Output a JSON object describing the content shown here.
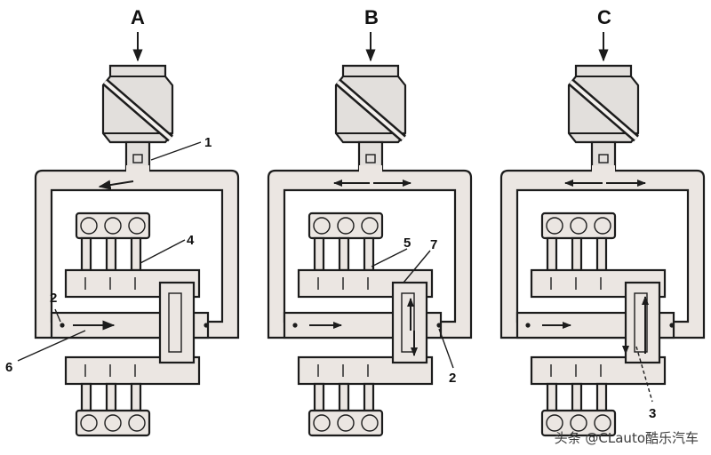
{
  "panels": [
    {
      "letter": "A"
    },
    {
      "letter": "B"
    },
    {
      "letter": "C"
    }
  ],
  "callouts": {
    "A": [
      "1",
      "4",
      "2",
      "6"
    ],
    "B": [
      "5",
      "7",
      "2"
    ],
    "C": [
      "3"
    ]
  },
  "watermark": "头条 @CLauto酷乐汽车",
  "colors": {
    "fill": "#ebe6e2",
    "stroke": "#1c1c1c"
  }
}
